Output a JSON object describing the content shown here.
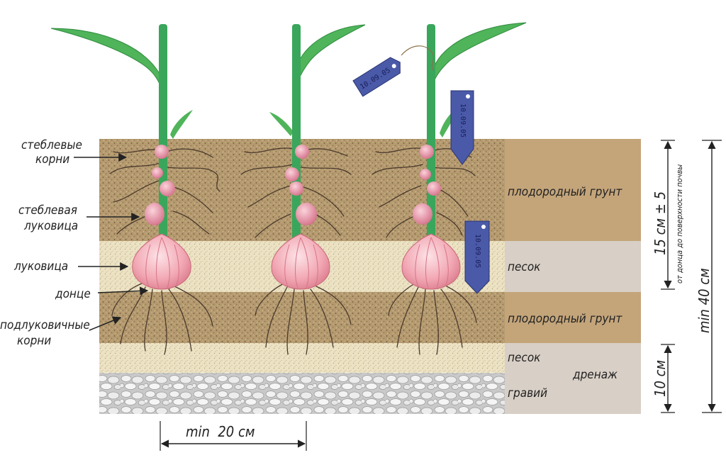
{
  "colors": {
    "soil": "#b59a70",
    "soil_dot": "#6e5a3c",
    "sand": "#ece2c4",
    "sand_dot": "#b8a57a",
    "gravel_bg": "#dcdcdc",
    "gravel_stone": "#f2f2f2",
    "panel_soil": "#c4a57a",
    "panel_sand": "#d8cfc6",
    "stem": "#3aa65c",
    "leaf": "#4fb45a",
    "bulb": "#f2a8b4",
    "bulblet": "#e48c9a",
    "root": "#4a3a2c",
    "tag": "#4a5aa8"
  },
  "left_labels": {
    "stem_roots": [
      "стеблевые",
      "корни"
    ],
    "stem_bulb": [
      "стеблевая",
      "луковица"
    ],
    "bulb": "луковица",
    "basal_plate": "донце",
    "sub_bulb_roots": [
      "подлуковичные",
      "корни"
    ]
  },
  "layer_labels": {
    "fertile_soil_top": "плодородный грунт",
    "sand_top": "песок",
    "fertile_soil_bottom": "плодородный грунт",
    "sand_bottom": "песок",
    "gravel": "гравий",
    "drainage": "дренаж"
  },
  "dimensions": {
    "depth": "15 см ± 5",
    "depth_note": "от донца до поверхности почвы",
    "total": "min 40 см",
    "drainage": "10 см",
    "spacing": "min  20 см"
  },
  "tags": {
    "date": "10.09.05"
  }
}
